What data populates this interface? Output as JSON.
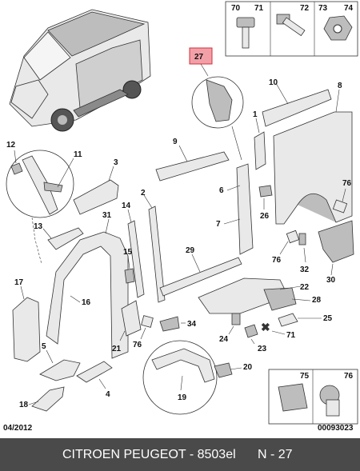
{
  "parts": {
    "p70": "70",
    "p71": "71",
    "p72": "72",
    "p73": "73",
    "p74": "74",
    "p27": "27",
    "p10": "10",
    "p8": "8",
    "p1": "1",
    "p12": "12",
    "p11": "11",
    "p3": "3",
    "p9": "9",
    "p6": "6",
    "p76a": "76",
    "p2": "2",
    "p26": "26",
    "p14": "14",
    "p31": "31",
    "p13": "13",
    "p7": "7",
    "p29": "29",
    "p15": "15",
    "p76b": "76",
    "p32": "32",
    "p17": "17",
    "p16": "16",
    "p30": "30",
    "p22": "22",
    "p28": "28",
    "p25": "25",
    "p34": "34",
    "p71b": "71",
    "p24": "24",
    "p21": "21",
    "p76c": "76",
    "p23": "23",
    "p5": "5",
    "p20": "20",
    "p4": "4",
    "p19": "19",
    "p18": "18",
    "p75": "75",
    "p76d": "76"
  },
  "date": "04/2012",
  "doc_ref": "00093023",
  "footer": {
    "left": "CITROEN PEUGEOT - 8503el",
    "right": "N - 27"
  },
  "colors": {
    "highlight_fill": "#f2a0a8",
    "highlight_stroke": "#d0303a",
    "footer_bg": "#4a4a4a"
  }
}
